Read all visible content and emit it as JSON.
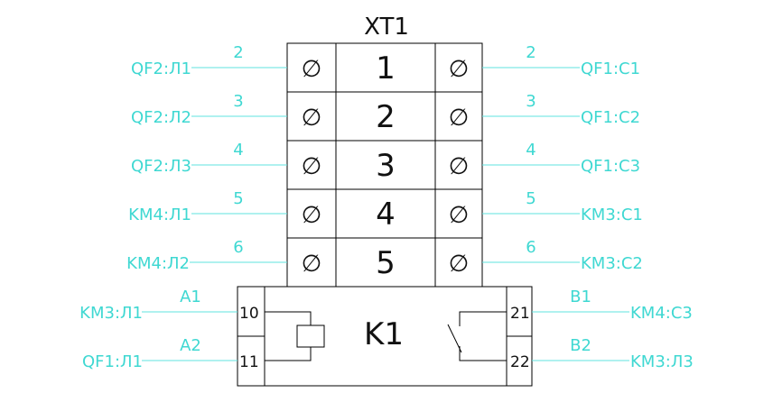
{
  "terminal_block": {
    "title": "XT1",
    "rows": [
      {
        "number": "1",
        "left_wire": "2",
        "left_dest": "QF2:Л1",
        "right_wire": "2",
        "right_dest": "QF1:C1"
      },
      {
        "number": "2",
        "left_wire": "3",
        "left_dest": "QF2:Л2",
        "right_wire": "3",
        "right_dest": "QF1:C2"
      },
      {
        "number": "3",
        "left_wire": "4",
        "left_dest": "QF2:Л3",
        "right_wire": "4",
        "right_dest": "QF1:C3"
      },
      {
        "number": "4",
        "left_wire": "5",
        "left_dest": "KM4:Л1",
        "right_wire": "5",
        "right_dest": "KM3:C1"
      },
      {
        "number": "5",
        "left_wire": "6",
        "left_dest": "KM4:Л2",
        "right_wire": "6",
        "right_dest": "KM3:C2"
      }
    ],
    "screw_symbol": "∅"
  },
  "relay": {
    "label": "K1",
    "left_pins": [
      {
        "pin": "10",
        "wire": "A1",
        "dest": "KM3:Л1"
      },
      {
        "pin": "11",
        "wire": "A2",
        "dest": "QF1:Л1"
      }
    ],
    "right_pins": [
      {
        "pin": "21",
        "wire": "B1",
        "dest": "KM4:C3"
      },
      {
        "pin": "22",
        "wire": "B2",
        "dest": "KM3:Л3"
      }
    ]
  },
  "colors": {
    "ink": "#000000",
    "wire": "#5fe3df",
    "wire_text": "#3fd8d2",
    "background": "#ffffff"
  }
}
